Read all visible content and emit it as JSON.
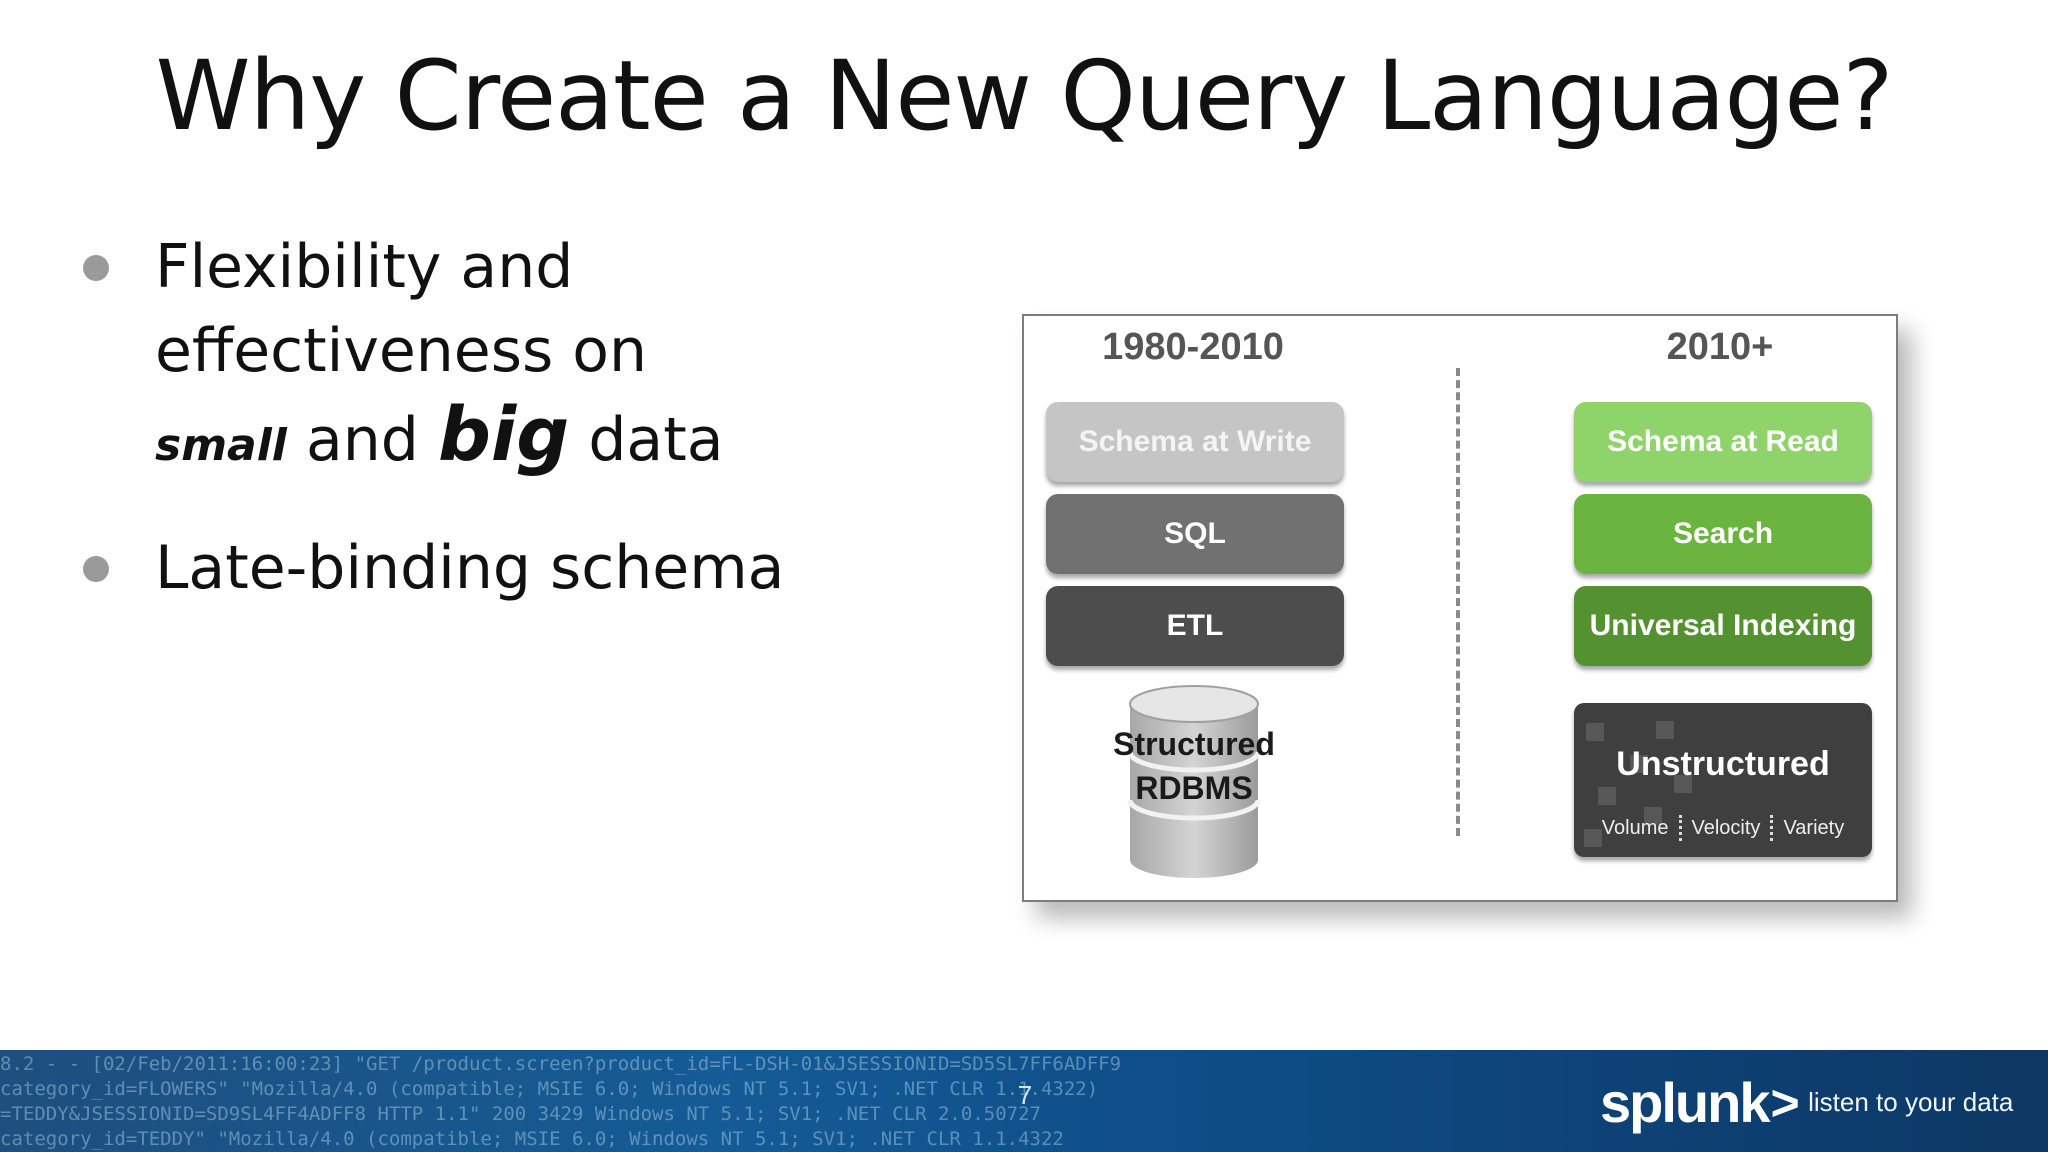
{
  "slide": {
    "title": "Why Create a New Query Language?",
    "page_number": "7"
  },
  "bullets": [
    {
      "line1": "Flexibility and",
      "line2": "effectiveness on",
      "emph_small": "small",
      "and_text": "and",
      "emph_big": "big",
      "data_text": "data"
    },
    {
      "text": "Late-binding schema"
    }
  ],
  "figure": {
    "left": {
      "era": "1980-2010",
      "blocks": [
        "Schema at Write",
        "SQL",
        "ETL"
      ],
      "database": {
        "line1": "Structured",
        "line2": "RDBMS"
      }
    },
    "right": {
      "era": "2010+",
      "blocks": [
        "Schema at Read",
        "Search",
        "Universal Indexing"
      ],
      "unstructured": {
        "title": "Unstructured",
        "attributes": [
          "Volume",
          "Velocity",
          "Variety"
        ]
      }
    },
    "colors": {
      "left_blocks": [
        "#c5c5c5",
        "#717171",
        "#4d4d4d"
      ],
      "right_blocks": [
        "#8fd46b",
        "#6ab43f",
        "#549231"
      ]
    }
  },
  "footer": {
    "log_lines": [
      "8.2 - - [02/Feb/2011:16:00:23] \"GET /product.screen?product_id=FL-DSH-01&JSESSIONID=SD5SL7FF6ADFF9",
      "category_id=FLOWERS\" \"Mozilla/4.0 (compatible; MSIE 6.0; Windows NT 5.1; SV1; .NET CLR 1.1.4322)",
      "=TEDDY&JSESSIONID=SD9SL4FF4ADFF8 HTTP 1.1\" 200 3429 Windows NT 5.1; SV1; .NET CLR 2.0.50727",
      "category_id=TEDDY\" \"Mozilla/4.0 (compatible; MSIE 6.0; Windows NT 5.1; SV1; .NET CLR 1.1.4322"
    ],
    "brand": {
      "name": "splunk",
      "arrow": ">",
      "tagline": "listen to your data"
    }
  }
}
